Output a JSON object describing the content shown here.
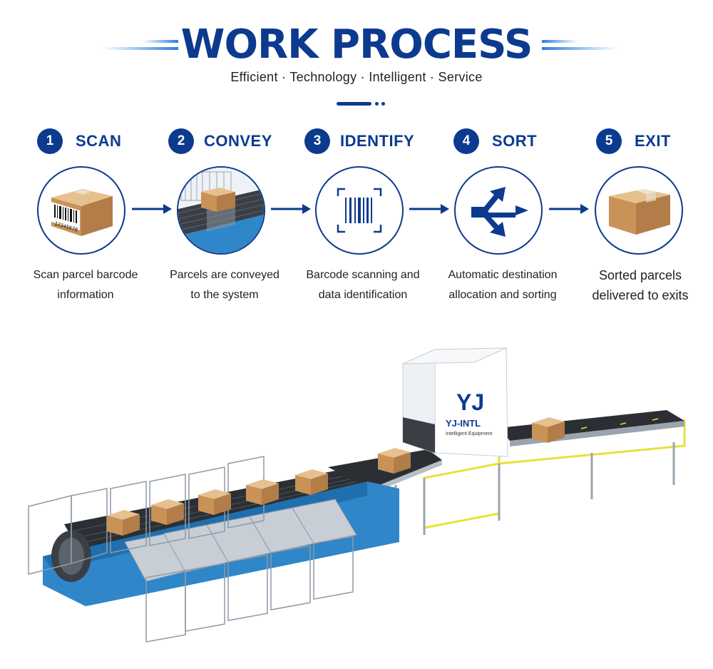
{
  "header": {
    "title": "WORK PROCESS",
    "subtitle": "Efficient · Technology · Intelligent · Service"
  },
  "colors": {
    "brand": "#0c3a8f",
    "accent_line": "#2a7de1",
    "machine_blue": "#2f86c8",
    "frame_yellow": "#e8e23a",
    "box": "#c9955e"
  },
  "steps": [
    {
      "num": "1",
      "title": "SCAN",
      "icon": "barcode-box-icon",
      "desc_line1": "Scan parcel barcode",
      "desc_line2": "information"
    },
    {
      "num": "2",
      "title": "CONVEY",
      "icon": "conveyor-icon",
      "desc_line1": "Parcels are conveyed",
      "desc_line2": "to the system"
    },
    {
      "num": "3",
      "title": "IDENTIFY",
      "icon": "barcode-scan-icon",
      "desc_line1": "Barcode scanning and",
      "desc_line2": "data identification"
    },
    {
      "num": "4",
      "title": "SORT",
      "icon": "sort-arrows-icon",
      "desc_line1": "Automatic destination",
      "desc_line2": "allocation and sorting"
    },
    {
      "num": "5",
      "title": "EXIT",
      "icon": "parcel-box-icon",
      "desc_line1": "Sorted parcels",
      "desc_line2": "delivered to exits"
    }
  ],
  "barcode_number": "12345678",
  "machine": {
    "logo_mark": "YJ",
    "brand_name": "YJ-INTL",
    "brand_tagline": "Intelligent Equipment"
  }
}
